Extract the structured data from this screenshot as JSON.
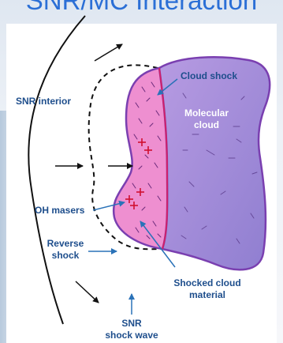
{
  "title": "SNR/MC Interaction",
  "labels": {
    "cloud_shock": "Cloud shock",
    "snr_interior": "SNR interior",
    "molecular_cloud_1": "Molecular",
    "molecular_cloud_2": "cloud",
    "oh_masers": "OH masers",
    "reverse_shock_1": "Reverse",
    "reverse_shock_2": "shock",
    "shocked_cloud_1": "Shocked cloud",
    "shocked_cloud_2": "material",
    "snr_shock_wave_1": "SNR",
    "snr_shock_wave_2": "shock wave"
  },
  "colors": {
    "cloud_fill": "#a78ed8",
    "cloud_stroke": "#7a3fb0",
    "shocked_fill": "#ee8fd0",
    "shock_line": "#d0206a",
    "maser": "#d01030",
    "label": "#1e4e8c",
    "arrow": "#2a72b8",
    "title": "#2b6fd6"
  }
}
